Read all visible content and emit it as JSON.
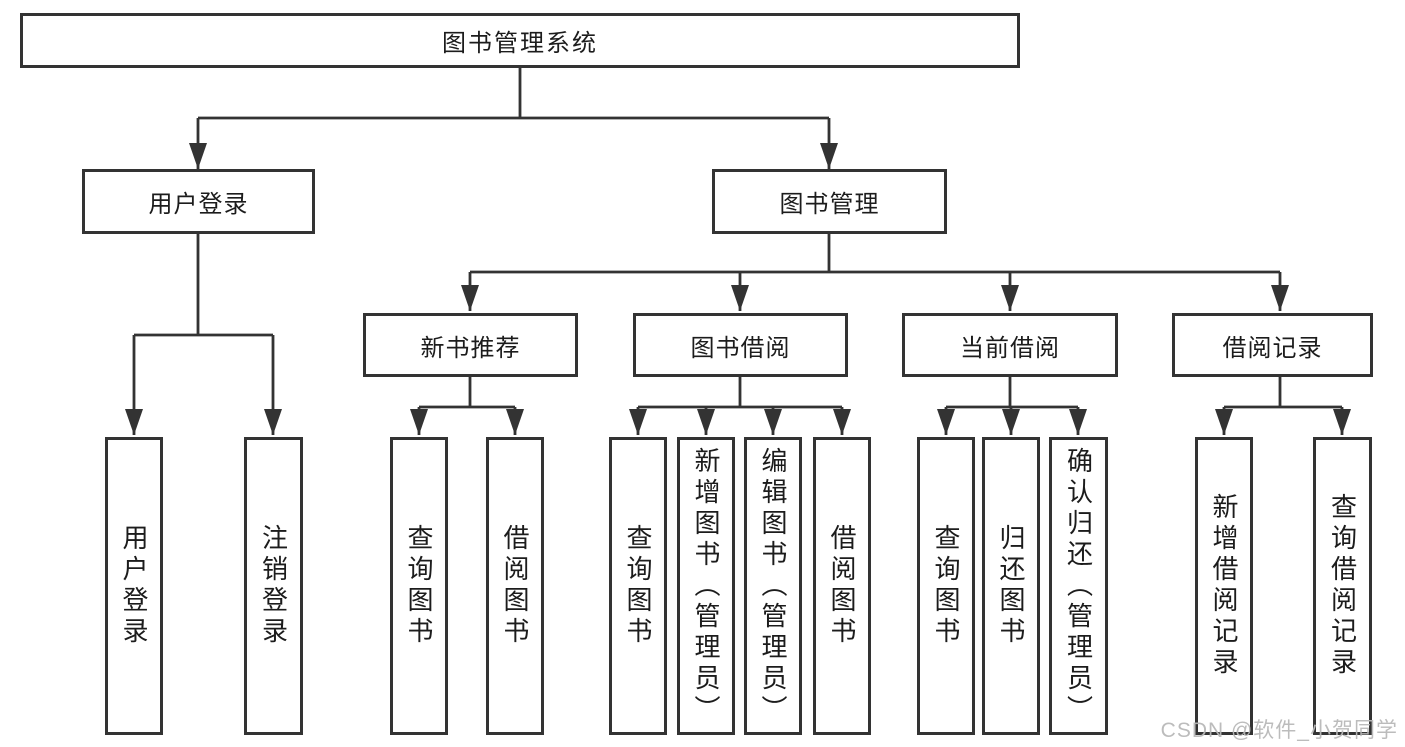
{
  "nodes": {
    "root": "图书管理系统",
    "user_login": "用户登录",
    "book_mgmt": "图书管理",
    "new_book": "新书推荐",
    "book_borrow": "图书借阅",
    "current_borrow": "当前借阅",
    "borrow_record": "借阅记录"
  },
  "leaves": {
    "user_login": [
      "用户登录",
      "注销登录"
    ],
    "new_book": [
      "查询图书",
      "借阅图书"
    ],
    "book_borrow": [
      "查询图书",
      "新增图书（管理员）",
      "编辑图书（管理员）",
      "借阅图书"
    ],
    "current_borrow": [
      "查询图书",
      "归还图书",
      "确认归还（管理员）"
    ],
    "borrow_record": [
      "新增借阅记录",
      "查询借阅记录"
    ]
  },
  "watermark": "CSDN @软件_小贺同学",
  "colors": {
    "line": "#333333",
    "box_border": "#333333",
    "text": "#1c1c1c",
    "watermark": "#b8b8b8",
    "background": "#ffffff"
  }
}
